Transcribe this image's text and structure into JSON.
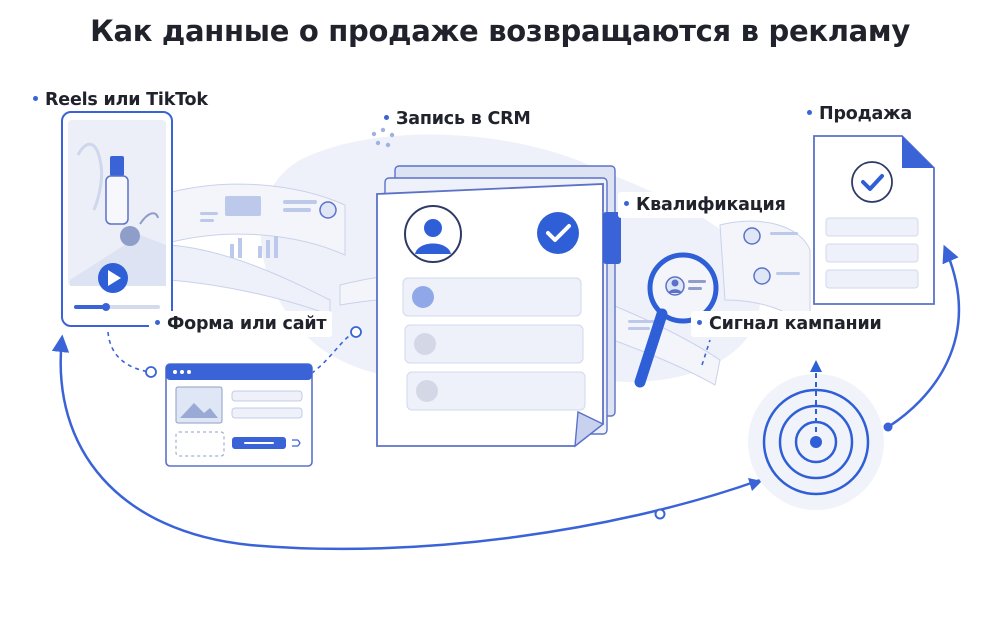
{
  "title": "Как данные о продаже возвращаются в рекламу",
  "colors": {
    "accent": "#3a63d8",
    "accent_light": "#dfe6f6",
    "outline": "#5b72c8",
    "paper": "#f7f8fc",
    "text": "#20232b"
  },
  "steps": [
    {
      "id": "reels",
      "label": "Reels или TikTok",
      "icon": "phone-video-icon"
    },
    {
      "id": "form",
      "label": "Форма или сайт",
      "icon": "web-form-icon"
    },
    {
      "id": "crm",
      "label": "Запись в CRM",
      "icon": "crm-record-icon"
    },
    {
      "id": "qualification",
      "label": "Квалификация",
      "icon": "magnifier-icon"
    },
    {
      "id": "sale",
      "label": "Продажа",
      "icon": "document-check-icon"
    },
    {
      "id": "signal",
      "label": "Сигнал кампании",
      "icon": "target-icon"
    }
  ]
}
